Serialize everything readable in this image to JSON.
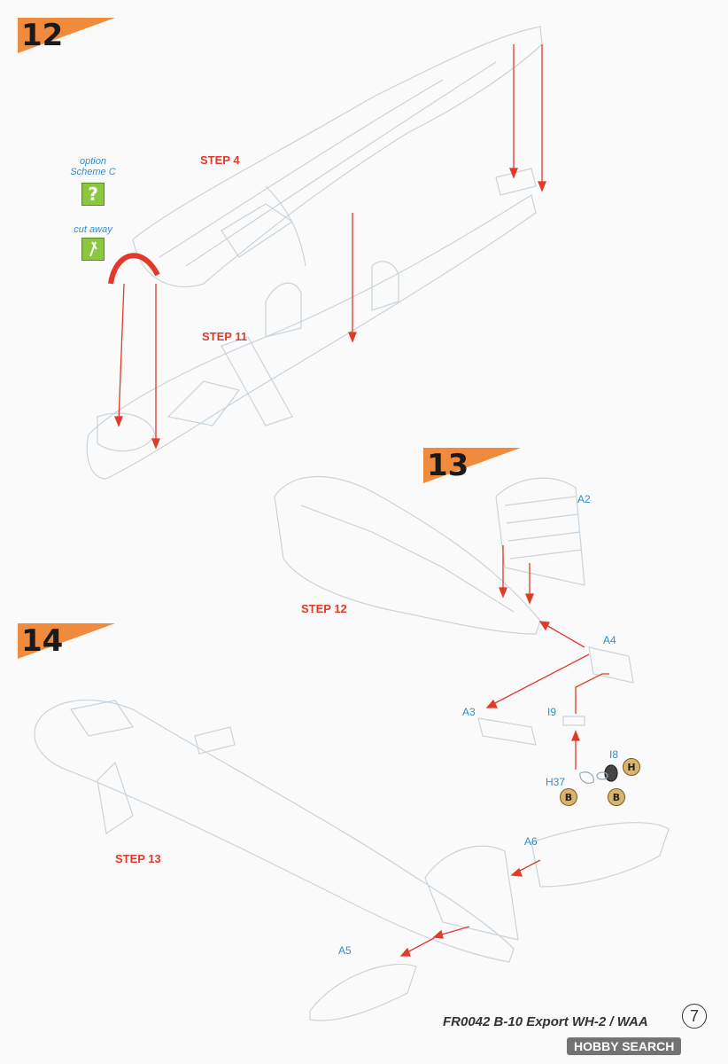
{
  "steps": [
    {
      "number": "12"
    },
    {
      "number": "13"
    },
    {
      "number": "14"
    }
  ],
  "references": {
    "step4": "STEP 4",
    "step11": "STEP 11",
    "step12": "STEP 12",
    "step13": "STEP 13"
  },
  "option_icon": {
    "text1": "option",
    "text2": "Scheme C",
    "glyph": "?"
  },
  "cutaway_icon": {
    "text": "cut away"
  },
  "parts": {
    "a2": "A2",
    "a4": "A4",
    "a3": "A3",
    "i9": "I9",
    "i8": "I8",
    "h37": "H37",
    "a6": "A6",
    "a5": "A5"
  },
  "paints": {
    "h": "H",
    "b1": "B",
    "b2": "B"
  },
  "footer": {
    "title": "FR0042 B-10 Export WH-2 / WAA",
    "page": "7"
  },
  "watermark": "HOBBY SEARCH",
  "colors": {
    "accent_orange": "#f08a3c",
    "arrow_red": "#e03a2a",
    "part_blue": "#2f8fd0",
    "icon_green": "#8dc63f"
  }
}
